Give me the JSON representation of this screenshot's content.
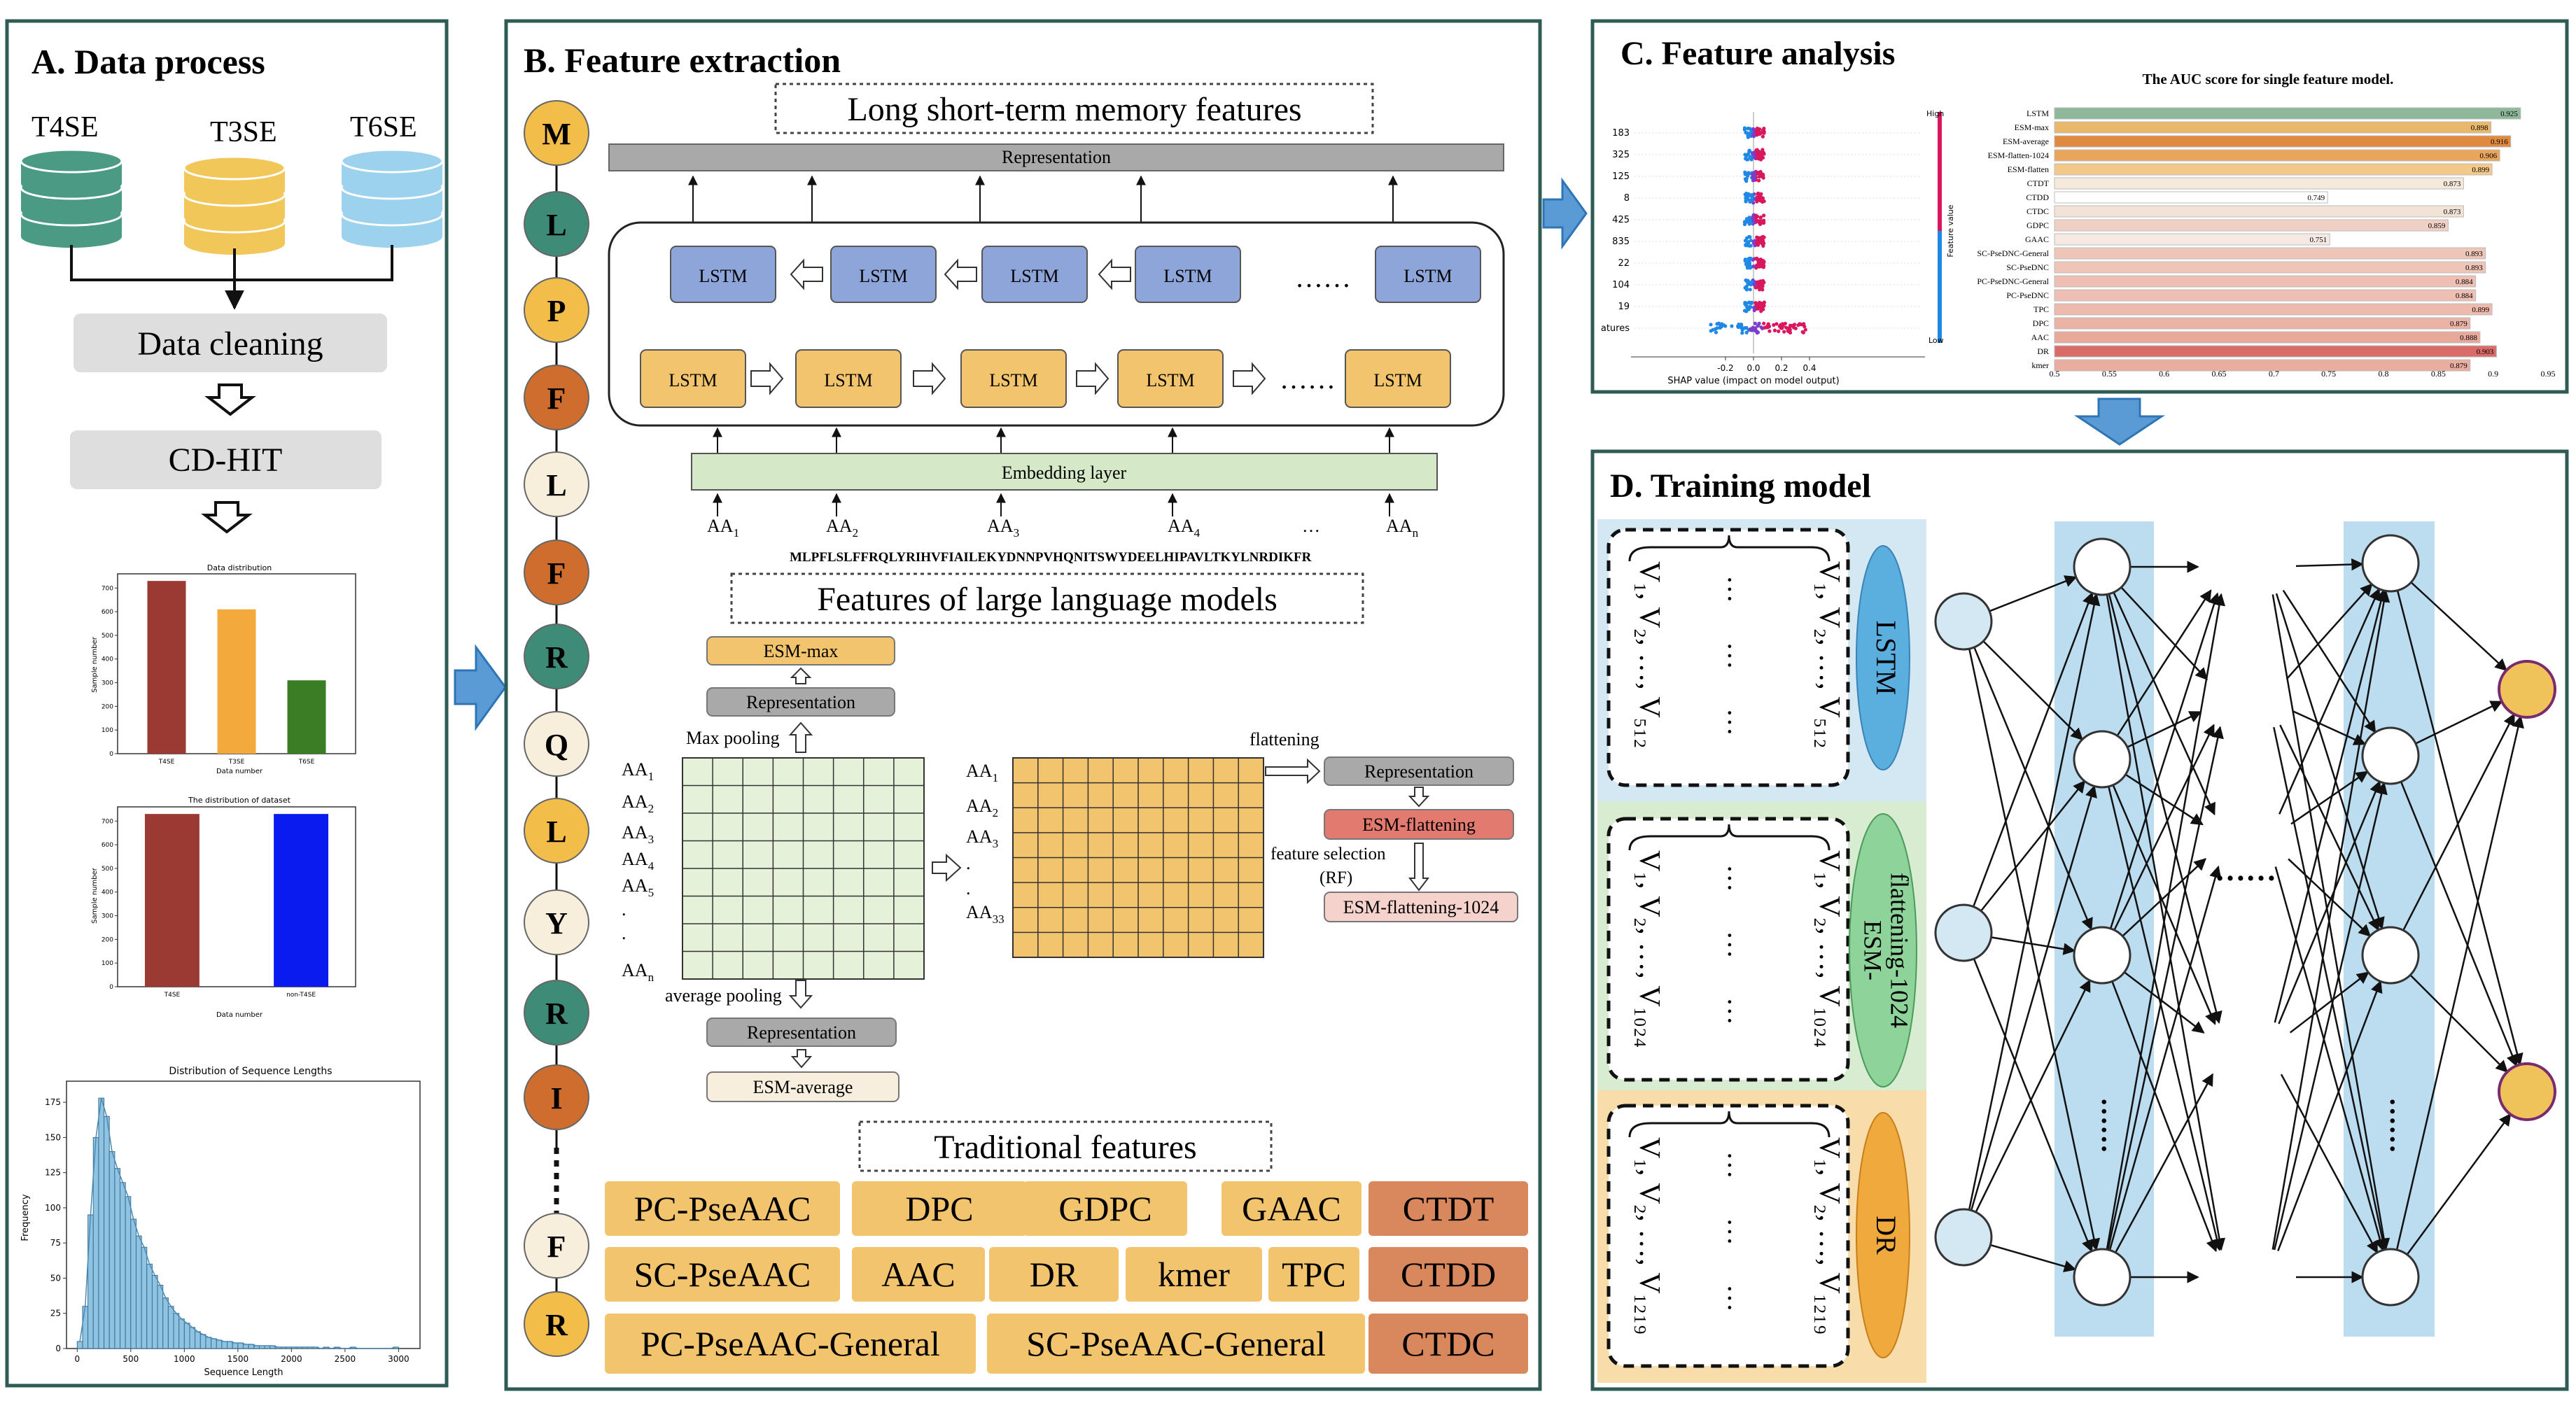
{
  "panel_a": {
    "title": "A. Data process",
    "db_labels": [
      "T4SE",
      "T3SE",
      "T6SE"
    ],
    "db_colors": [
      "#4a9a84",
      "#f2c75a",
      "#9dd2ee"
    ],
    "step1": "Data cleaning",
    "step2": "CD-HIT",
    "chart1_title": "Data distribution",
    "chart1_xlabel": "Data number",
    "chart1_ylabel": "Sample number",
    "chart1_yticks": [
      "0",
      "100",
      "200",
      "300",
      "400",
      "500",
      "600",
      "700"
    ],
    "chart2_title": "The distribution of dataset",
    "chart2_xlabel": "Data number",
    "chart2_ylabel": "Sample number",
    "chart2_yticks": [
      "0",
      "100",
      "200",
      "300",
      "400",
      "500",
      "600",
      "700"
    ],
    "chart3_title": "Distribution of Sequence Lengths",
    "chart3_xlabel": "Sequence Length",
    "chart3_ylabel": "Frequency",
    "chart3_yticks": [
      "0",
      "25",
      "50",
      "75",
      "100",
      "125",
      "150",
      "175"
    ],
    "chart3_xticks": [
      "0",
      "500",
      "1000",
      "1500",
      "2000",
      "2500",
      "3000"
    ]
  },
  "chart_data": [
    {
      "type": "bar",
      "title": "Data distribution",
      "xlabel": "Data number",
      "ylabel": "Sample number",
      "categories": [
        "T4SE",
        "T3SE",
        "T6SE"
      ],
      "values": [
        730,
        610,
        310
      ],
      "colors": [
        "#9b3a33",
        "#f4a93c",
        "#3b7d24"
      ],
      "ylim": [
        0,
        760
      ]
    },
    {
      "type": "bar",
      "title": "The distribution of dataset",
      "xlabel": "Data number",
      "ylabel": "Sample number",
      "categories": [
        "T4SE",
        "non-T4SE"
      ],
      "values": [
        730,
        730
      ],
      "colors": [
        "#9b3a33",
        "#0a1bf0"
      ],
      "ylim": [
        0,
        760
      ]
    },
    {
      "type": "bar",
      "title": "Distribution of Sequence Lengths",
      "xlabel": "Sequence Length",
      "ylabel": "Frequency",
      "bins_start": 0,
      "bin_width": 50,
      "xlim": [
        -100,
        3200
      ],
      "ylim": [
        0,
        190
      ],
      "values": [
        5,
        30,
        95,
        150,
        178,
        165,
        140,
        128,
        118,
        108,
        92,
        80,
        72,
        60,
        52,
        45,
        36,
        30,
        25,
        21,
        18,
        15,
        12,
        10,
        8,
        7,
        6,
        5,
        5,
        4,
        4,
        3,
        3,
        2,
        2,
        2,
        2,
        1,
        1,
        1,
        1,
        1,
        1,
        1,
        1,
        0,
        1,
        0,
        1,
        0,
        0,
        1,
        0,
        0,
        0,
        0,
        0,
        0,
        0,
        1
      ]
    },
    {
      "type": "bar",
      "title": "The AUC score for single feature model.",
      "categories": [
        "LSTM",
        "ESM-max",
        "ESM-average",
        "ESM-flatten-1024",
        "ESM-flatten",
        "CTDT",
        "CTDD",
        "CTDC",
        "GDPC",
        "GAAC",
        "SC-PseDNC-General",
        "SC-PseDNC",
        "PC-PseDNC-General",
        "PC-PseDNC",
        "TPC",
        "DPC",
        "AAC",
        "DR",
        "kmer"
      ],
      "values": [
        0.925,
        0.898,
        0.916,
        0.906,
        0.899,
        0.873,
        0.749,
        0.873,
        0.859,
        0.751,
        0.893,
        0.893,
        0.884,
        0.884,
        0.899,
        0.879,
        0.888,
        0.903,
        0.879
      ],
      "xlim": [
        0.5,
        0.95
      ],
      "xticks": [
        "0.5",
        "0.55",
        "0.6",
        "0.65",
        "0.7",
        "0.75",
        "0.8",
        "0.85",
        "0.9",
        "0.95"
      ]
    }
  ],
  "panel_b": {
    "title": "B. Feature extraction",
    "sequence_letters": [
      "M",
      "L",
      "P",
      "F",
      "L",
      "F",
      "R",
      "Q",
      "L",
      "Y",
      "R",
      "I",
      "F",
      "R"
    ],
    "sequence_colors": [
      "#f2bd48",
      "#3e8b77",
      "#f2bd48",
      "#cf6d2e",
      "#f7eedb",
      "#cf6d2e",
      "#3e8b77",
      "#f7eedb",
      "#f2bd48",
      "#f7eedb",
      "#3e8b77",
      "#cf6d2e",
      "#f7eedb",
      "#f2bd48"
    ],
    "lstm_title": "Long short-term memory features",
    "representation": "Representation",
    "lstm_cell": "LSTM",
    "dots": "……",
    "embedding": "Embedding layer",
    "aa_labels": [
      "AA",
      "AA",
      "AA",
      "AA",
      "…",
      "AA"
    ],
    "aa_subs": [
      "1",
      "2",
      "3",
      "4",
      "",
      "n"
    ],
    "protein_sequence": "MLPFLSLFFRQLYRIHVFIAILEKYDNNPVHQNITSWYDEELHIPAVLTKYLNRDIKFR",
    "llm_title": "Features of large language models",
    "esm_max": "ESM-max",
    "max_pooling": "Max pooling",
    "average_pooling": "average pooling",
    "esm_average": "ESM-average",
    "flattening": "flattening",
    "esm_flattening": "ESM-flattening",
    "feature_selection": "feature selection",
    "rf": "(RF)",
    "esm_flattening_1024": "ESM-flattening-1024",
    "left_rows": [
      "AA",
      "AA",
      "AA",
      "AA",
      "AA",
      ".",
      ".",
      "AA"
    ],
    "left_subs": [
      "1",
      "2",
      "3",
      "4",
      "5",
      "",
      "",
      "n"
    ],
    "right_rows": [
      "AA",
      "AA",
      "AA",
      ".",
      ".",
      "AA"
    ],
    "right_subs": [
      "1",
      "2",
      "3",
      "",
      "",
      "33"
    ],
    "trad_title": "Traditional features",
    "trad_row1": [
      "PC-PseAAC",
      "DPC",
      "GDPC",
      "GAAC",
      "CTDT"
    ],
    "trad_row2": [
      "SC-PseAAC",
      "AAC",
      "DR",
      "kmer",
      "TPC",
      "CTDD"
    ],
    "trad_row3": [
      "PC-PseAAC-General",
      "SC-PseAAC-General",
      "CTDC"
    ]
  },
  "panel_c": {
    "title": "C. Feature analysis",
    "shap_features": [
      "183",
      "325",
      "125",
      "8",
      "425",
      "835",
      "22",
      "104",
      "19",
      "atures"
    ],
    "shap_xlabel": "SHAP value (impact on model output)",
    "shap_xticks": [
      "-0.2",
      "0.0",
      "0.2",
      "0.4"
    ],
    "high": "High",
    "low": "Low",
    "feature_value": "Feature value",
    "auc_title": "The AUC score for single feature model."
  },
  "panel_d": {
    "title": "D. Training model",
    "groups": [
      {
        "label": "LSTM",
        "col1": [
          "V₁,",
          "V₂,",
          "…,",
          "V₅₁₂"
        ],
        "col2": "…",
        "col3": [
          "V₁,",
          "V₂,",
          "…,",
          "V₅₁₂"
        ]
      },
      {
        "label": "ESM-flattening-1024",
        "col1": [
          "V₁,",
          "V₂,",
          "…,",
          "V₁₀₂₄"
        ],
        "col2": "…",
        "col3": [
          "V₁,",
          "V₂,",
          "…,",
          "V₁₀₂₄"
        ]
      },
      {
        "label": "DR",
        "col1": [
          "V₁,",
          "V₂,",
          "…,",
          "V₁₂₁₉"
        ],
        "col2": "…",
        "col3": [
          "V₁,",
          "V₂,",
          "…,",
          "V₁₂₁₉"
        ]
      }
    ],
    "lstm_label": "LSTM",
    "esm_label_1": "ESM-",
    "esm_label_2": "flattening-1024",
    "dr_label": "DR",
    "layer_dots": "……",
    "vertical_dots": "……"
  }
}
